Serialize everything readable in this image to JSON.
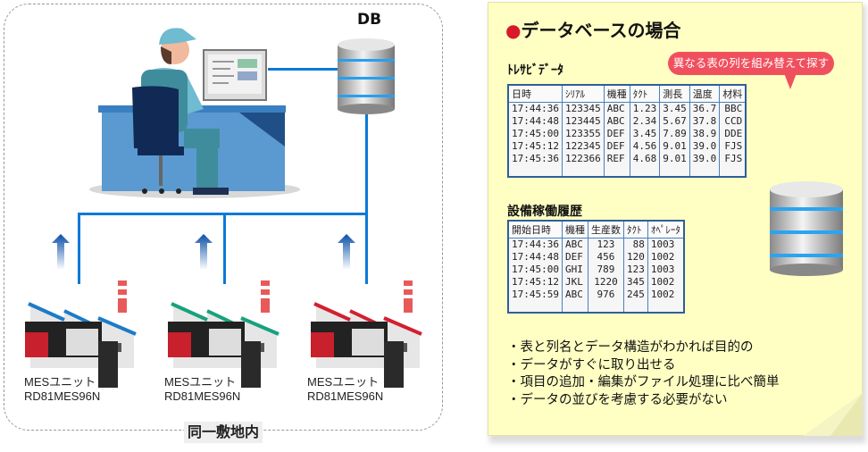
{
  "left_diagram": {
    "db_label": "DB",
    "site_label": "同一敷地内",
    "network_color": "#0a7ad6",
    "factories": [
      {
        "roof_color": "#1b7bc8",
        "unit_line1": "MESユニット",
        "unit_line2": "RD81MES96N"
      },
      {
        "roof_color": "#19a17e",
        "unit_line1": "MESユニット",
        "unit_line2": "RD81MES96N"
      },
      {
        "roof_color": "#d2202f",
        "unit_line1": "MESユニット",
        "unit_line2": "RD81MES96N"
      }
    ],
    "icons": [
      "worker-at-desk-icon",
      "database-icon",
      "upload-arrow-icon",
      "factory-icon",
      "plc-unit-icon"
    ]
  },
  "note": {
    "title_bullet": "●",
    "title": "データベースの場合",
    "bubble": "異なる表の列を組み替えて探す",
    "trace_table": {
      "title": "ﾄﾚｻﾋﾞﾃﾞｰﾀ",
      "headers": [
        "日時",
        "ｼﾘｱﾙ",
        "機種",
        "ﾀｸﾄ",
        "測長",
        "温度",
        "材料"
      ],
      "rows": [
        [
          "17:44:36",
          "123345",
          "ABC",
          "1.23",
          "3.45",
          "36.7",
          "BBC"
        ],
        [
          "17:44:48",
          "123445",
          "ABC",
          "2.34",
          "5.67",
          "37.8",
          "CCD"
        ],
        [
          "17:45:00",
          "123355",
          "DEF",
          "3.45",
          "7.89",
          "38.9",
          "DDE"
        ],
        [
          "17:45:12",
          "122345",
          "DEF",
          "4.56",
          "9.01",
          "39.0",
          "FJS"
        ],
        [
          "17:45:36",
          "122366",
          "REF",
          "4.68",
          "9.01",
          "39.0",
          "FJS"
        ]
      ]
    },
    "equipment_table": {
      "title": "設備稼働履歴",
      "headers": [
        "開始日時",
        "機種",
        "生産数",
        "ﾀｸﾄ",
        "ｵﾍﾟﾚｰﾀ"
      ],
      "rows": [
        [
          "17:44:36",
          "ABC",
          "123",
          "88",
          "1003"
        ],
        [
          "17:44:48",
          "DEF",
          "456",
          "120",
          "1002"
        ],
        [
          "17:45:00",
          "GHI",
          "789",
          "123",
          "1003"
        ],
        [
          "17:45:12",
          "JKL",
          "1220",
          "345",
          "1002"
        ],
        [
          "17:45:59",
          "ABC",
          "976",
          "245",
          "1002"
        ]
      ]
    },
    "bullets": [
      "表と列名とデータ構造がわかれば目的の",
      "データがすぐに取り出せる",
      "項目の追加・編集がファイル処理に比べ簡単",
      "データの並びを考慮する必要がない"
    ],
    "accent_color": "#d9192b",
    "bubble_color": "#f0505e",
    "note_color": "#ffffc3"
  }
}
